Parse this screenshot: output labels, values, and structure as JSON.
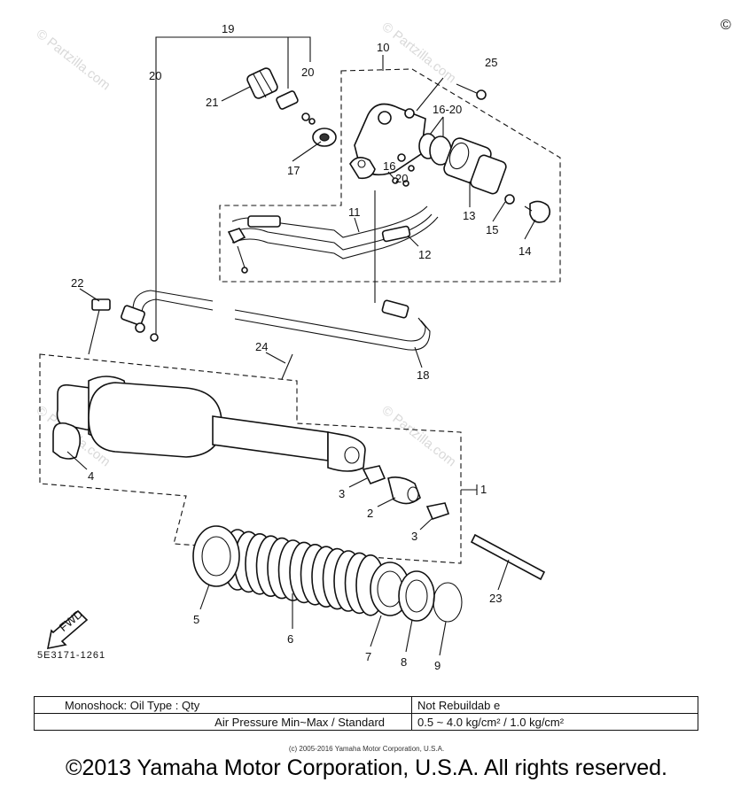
{
  "watermarks": [
    "© Partzilla.com",
    "© Partzilla.com",
    "© Partzilla.com",
    "© Partzilla.com"
  ],
  "corner_symbol": "©",
  "callouts": {
    "c19": "19",
    "c20a": "20",
    "c20b": "20",
    "c21": "21",
    "c17": "17",
    "c10": "10",
    "c25": "25",
    "c16_20": "16-20",
    "c16": "16",
    "c20c": "20",
    "c13": "13",
    "c15": "15",
    "c14": "14",
    "c11": "11",
    "c12": "12",
    "c22": "22",
    "c24": "24",
    "c18": "18",
    "c4": "4",
    "c3a": "3",
    "c2": "2",
    "c3b": "3",
    "c1": "1",
    "c5": "5",
    "c6": "6",
    "c7": "7",
    "c8": "8",
    "c9": "9",
    "c23": "23"
  },
  "fwd_label": "FWD",
  "drawing_code": "5E3171-1261",
  "spec": {
    "row1_label": "Monoshock: Oil Type : Qty",
    "row1_value": "Not Rebuildab e",
    "row2_label": "Air Pressure Min~Max / Standard",
    "row2_value": "0.5 ~ 4.0 kg/cm² / 1.0 kg/cm²"
  },
  "small_copyright": "(c) 2005-2016 Yamaha Motor Corporation, U.S.A.",
  "main_copyright": "©2013 Yamaha Motor Corporation, U.S.A. All rights reserved."
}
